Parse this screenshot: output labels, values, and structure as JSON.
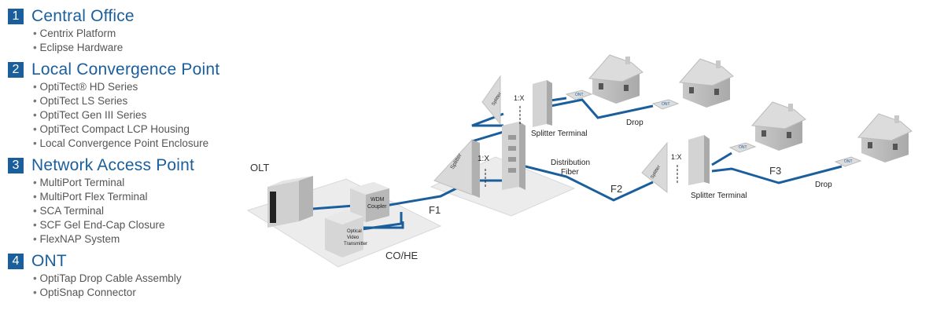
{
  "legend": [
    {
      "num": "1",
      "title": "Central Office",
      "items": [
        "Centrix Platform",
        "Eclipse Hardware"
      ]
    },
    {
      "num": "2",
      "title": "Local Convergence Point",
      "items": [
        "OptiTect® HD Series",
        "OptiTect LS Series",
        "OptiTect Gen III Series",
        "OptiTect Compact LCP Housing",
        "Local Convergence Point Enclosure"
      ]
    },
    {
      "num": "3",
      "title": "Network Access Point",
      "items": [
        "MultiPort Terminal",
        "MultiPort Flex Terminal",
        "SCA Terminal",
        "SCF Gel End-Cap Closure",
        "FlexNAP System"
      ]
    },
    {
      "num": "4",
      "title": "ONT",
      "items": [
        "OptiTap Drop Cable Assembly",
        "OptiSnap Connector"
      ]
    }
  ],
  "diagram": {
    "olt": "OLT",
    "wdm_line1": "WDM",
    "wdm_line2": "Coupler",
    "ovt_line1": "Optical",
    "ovt_line2": "Video",
    "ovt_line3": "Transmitter",
    "co_he": "CO/HE",
    "f1": "F1",
    "f2": "F2",
    "f3": "F3",
    "splitter": "Splitter",
    "ratio": "1:X",
    "distribution_line1": "Distribution",
    "distribution_line2": "Fiber",
    "splitter_terminal": "Splitter Terminal",
    "drop": "Drop",
    "ont": "ONT",
    "colors": {
      "fiber": "#1a5f9c",
      "accent": "#1a5f9c",
      "box": "#d8d8d8",
      "platform": "#ececec"
    }
  }
}
